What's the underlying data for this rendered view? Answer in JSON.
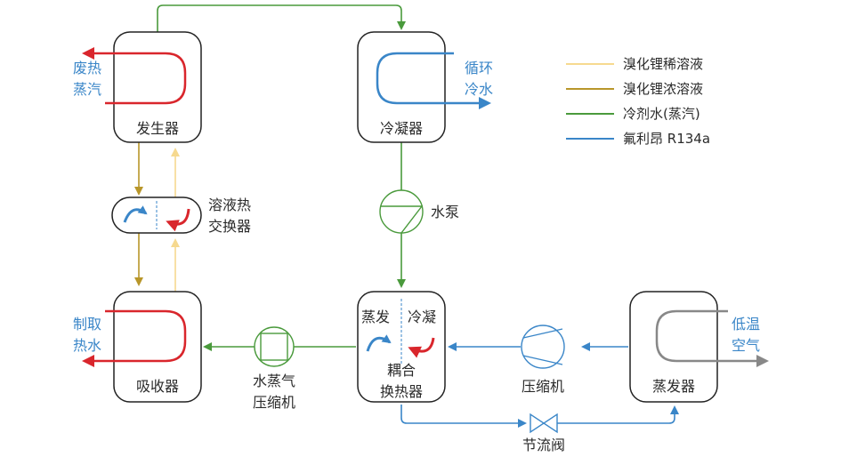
{
  "colors": {
    "libr_dilute": "#f6d98f",
    "libr_concentrated": "#b8962a",
    "refrigerant_water": "#4a9a3c",
    "r134a": "#3a86c8",
    "hot_red": "#d9262c",
    "cold_gray": "#888888",
    "box_border": "#222222"
  },
  "legend": {
    "libr_dilute": "溴化锂稀溶液",
    "libr_concentrated": "溴化锂浓溶液",
    "refrigerant_water": "冷剂水(蒸汽)",
    "r134a": "氟利昂 R134a"
  },
  "components": {
    "generator": "发生器",
    "condenser": "冷凝器",
    "absorber": "吸收器",
    "solution_hx": [
      "溶液热",
      "交换器"
    ],
    "water_pump": "水泵",
    "coupled_hx": [
      "耦合",
      "换热器"
    ],
    "coupled_evap": "蒸发",
    "coupled_cond": "冷凝",
    "vapor_compressor": [
      "水蒸气",
      "压缩机"
    ],
    "compressor": "压缩机",
    "evaporator": "蒸发器",
    "throttle_valve": "节流阀"
  },
  "streams": {
    "waste_steam": [
      "废热",
      "蒸汽"
    ],
    "cooling_water": [
      "循环",
      "冷水"
    ],
    "hot_water": [
      "制取",
      "热水"
    ],
    "low_temp_air": [
      "低温",
      "空气"
    ]
  }
}
